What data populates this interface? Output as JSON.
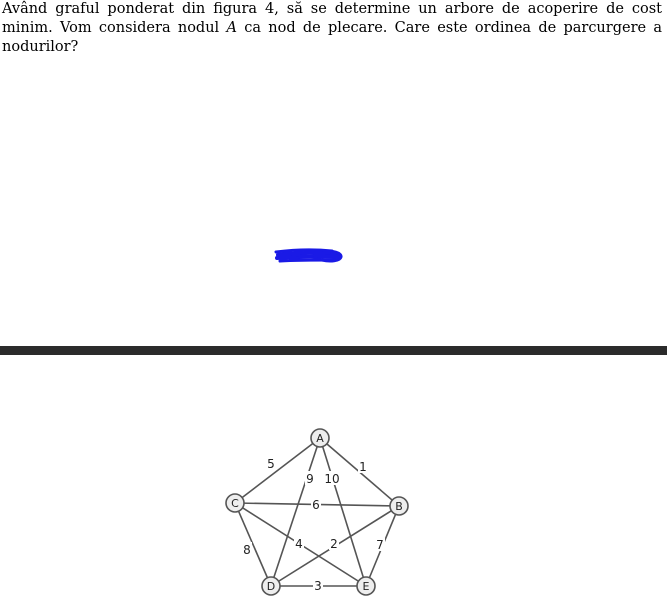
{
  "question": {
    "part1": "Având graful ponderat din figura 4, să se determine un arbore de acoperire de cost minim. Vom considera nodul ",
    "node": "A",
    "part2": " ca nod de plecare. Care este ordinea de parcurgere a nodurilor?"
  },
  "graph": {
    "nodes": {
      "A": "A",
      "B": "B",
      "C": "C",
      "D": "D",
      "E": "E"
    },
    "edge_weights": {
      "A_C": "5",
      "A_B": "1",
      "A_D": "9",
      "A_E": "10",
      "C_B": "6",
      "C_D": "8",
      "C_E": "4",
      "B_D": "2",
      "B_E": "7",
      "D_E": "3"
    }
  },
  "colors": {
    "scribble": "#1a1ae6",
    "divider": "#2b2b2b",
    "edge": "#555555",
    "node_fill": "#eeeeee"
  }
}
